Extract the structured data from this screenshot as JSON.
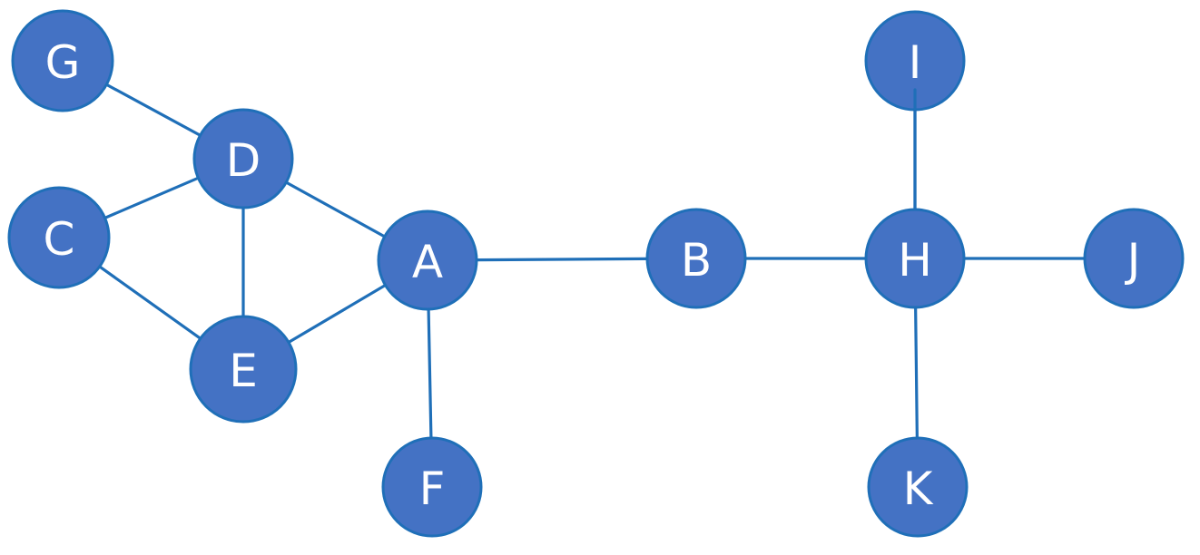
{
  "colors": {
    "background": "#ffffff",
    "node_fill": "#4472C4",
    "node_stroke": "#1F6FB8",
    "edge": "#1F6FB8",
    "label": "#ffffff"
  },
  "nodes": [
    {
      "id": "G",
      "label": "G"
    },
    {
      "id": "D",
      "label": "D"
    },
    {
      "id": "C",
      "label": "C"
    },
    {
      "id": "E",
      "label": "E"
    },
    {
      "id": "A",
      "label": "A"
    },
    {
      "id": "F",
      "label": "F"
    },
    {
      "id": "B",
      "label": "B"
    },
    {
      "id": "H",
      "label": "H"
    },
    {
      "id": "I",
      "label": "I"
    },
    {
      "id": "J",
      "label": "J"
    },
    {
      "id": "K",
      "label": "K"
    }
  ],
  "edges": [
    {
      "from": "G",
      "to": "D"
    },
    {
      "from": "C",
      "to": "D"
    },
    {
      "from": "C",
      "to": "E"
    },
    {
      "from": "D",
      "to": "E"
    },
    {
      "from": "D",
      "to": "A"
    },
    {
      "from": "E",
      "to": "A"
    },
    {
      "from": "A",
      "to": "F"
    },
    {
      "from": "A",
      "to": "B"
    },
    {
      "from": "B",
      "to": "H"
    },
    {
      "from": "H",
      "to": "I"
    },
    {
      "from": "H",
      "to": "J"
    },
    {
      "from": "H",
      "to": "K"
    }
  ]
}
